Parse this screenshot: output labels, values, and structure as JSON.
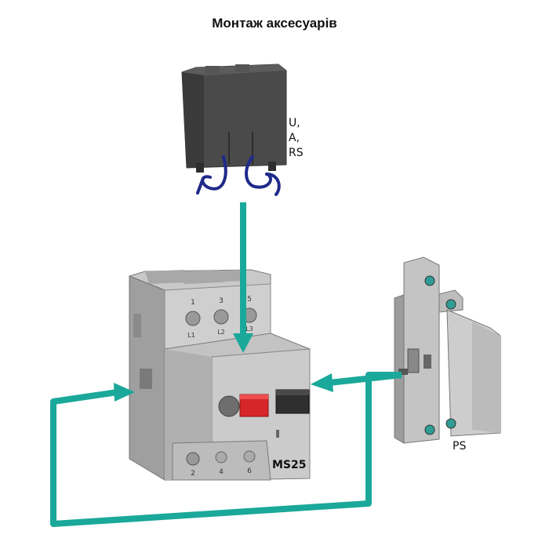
{
  "title": "Монтаж аксесуарів",
  "labels": {
    "accessory_types": [
      "U,",
      "A,",
      "RS"
    ],
    "ms_model": "MS25",
    "ps_model": "PS"
  },
  "ms_terminals": {
    "top": [
      "1",
      "3",
      "5"
    ],
    "phases": [
      "L1",
      "L2",
      "L3"
    ],
    "bottom": [
      "2",
      "4",
      "6"
    ]
  },
  "colors": {
    "arrow": "#1aa89a",
    "housing": "#bdbdbd",
    "housing_dark": "#8f8f8f",
    "accessory_body": "#4a4a4a",
    "wire": "#1f2a8a",
    "start_button": "#d7262a",
    "stop_button": "#2f2f2f"
  },
  "icons": [
    "arrow-down-icon",
    "arrow-left-icon",
    "loop-arrow-icon"
  ]
}
